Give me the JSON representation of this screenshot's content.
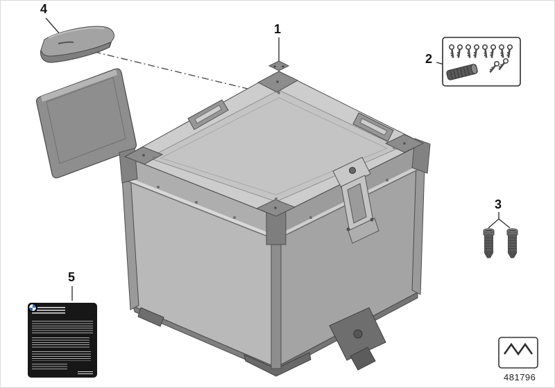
{
  "figure": {
    "type": "parts-diagram",
    "title": "aluminium-topcase-parts-diagram",
    "part_number": "481796"
  },
  "callouts": [
    {
      "num": "1",
      "part": "aluminum-topcase"
    },
    {
      "num": "2",
      "part": "lock-cylinder-set-with-keys"
    },
    {
      "num": "3",
      "part": "mounting-screws"
    },
    {
      "num": "4",
      "part": "backrest-pad-and-mounting-plate"
    },
    {
      "num": "5",
      "part": "warning-label"
    }
  ],
  "symbols": {
    "bottom_right_box": "zigzag-symbol",
    "label_logo": "bmw-roundel"
  },
  "colors": {
    "line": "#3f3f3f",
    "case_light": "#cdcdcd",
    "case_mid": "#aeaeae",
    "case_dark": "#8c8c8c",
    "label_bg": "#171717",
    "roundel_blue": "#3a72b5"
  }
}
